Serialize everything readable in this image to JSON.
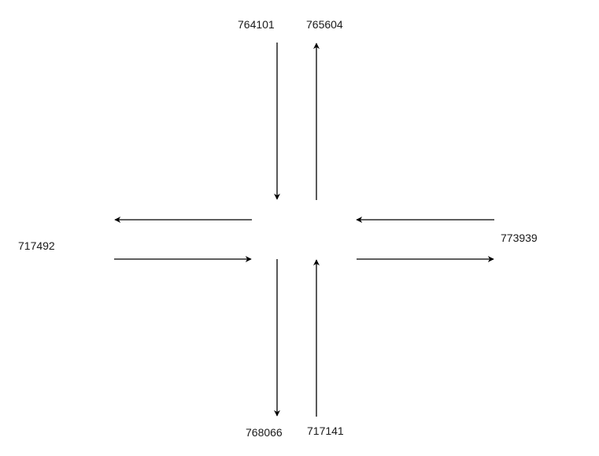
{
  "diagram": {
    "stroke_color": "#000000",
    "text_color": "#1a1a1a",
    "background": "#ffffff",
    "nodes": {
      "north_in": "764101",
      "north_out": "765604",
      "west": "717492",
      "east": "773939",
      "south_out": "768066",
      "south_in": "717141"
    },
    "arrows": [
      {
        "id": "north-southbound",
        "from": "north_in",
        "direction": "down"
      },
      {
        "id": "north-northbound",
        "to": "north_out",
        "direction": "up"
      },
      {
        "id": "west-westbound",
        "to": "west",
        "direction": "left"
      },
      {
        "id": "west-eastbound",
        "from": "west",
        "direction": "right"
      },
      {
        "id": "east-westbound",
        "from": "east",
        "direction": "left"
      },
      {
        "id": "east-eastbound",
        "to": "east",
        "direction": "right"
      },
      {
        "id": "south-southbound",
        "to": "south_out",
        "direction": "down"
      },
      {
        "id": "south-northbound",
        "from": "south_in",
        "direction": "up"
      }
    ]
  }
}
